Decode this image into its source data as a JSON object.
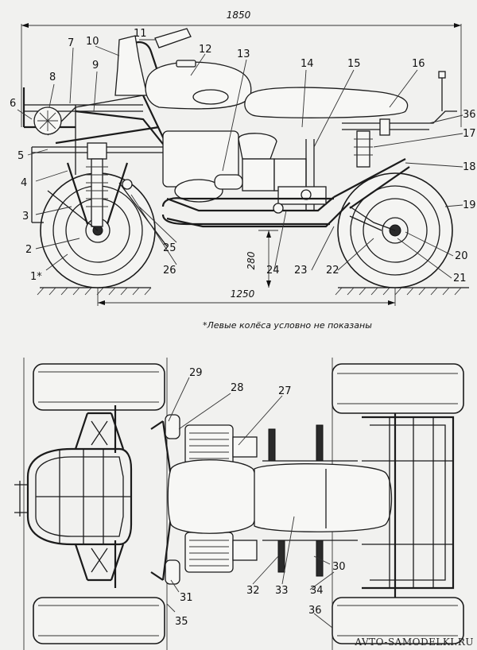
{
  "dimensions": {
    "overall_length": "1850",
    "wheelbase": "1250",
    "ground_clearance": "280"
  },
  "caption": "*Левые колёса условно не показаны",
  "watermark": "AVTO-SAMODELKI.RU",
  "side_view_labels": [
    "1*",
    "2",
    "3",
    "4",
    "5",
    "6",
    "7",
    "8",
    "9",
    "10",
    "11",
    "12",
    "13",
    "14",
    "15",
    "16",
    "36",
    "17",
    "18",
    "19",
    "20",
    "21",
    "22",
    "23",
    "24",
    "25",
    "26"
  ],
  "top_view_labels": [
    "29",
    "28",
    "27",
    "30",
    "31",
    "32",
    "33",
    "34",
    "35",
    "36"
  ]
}
